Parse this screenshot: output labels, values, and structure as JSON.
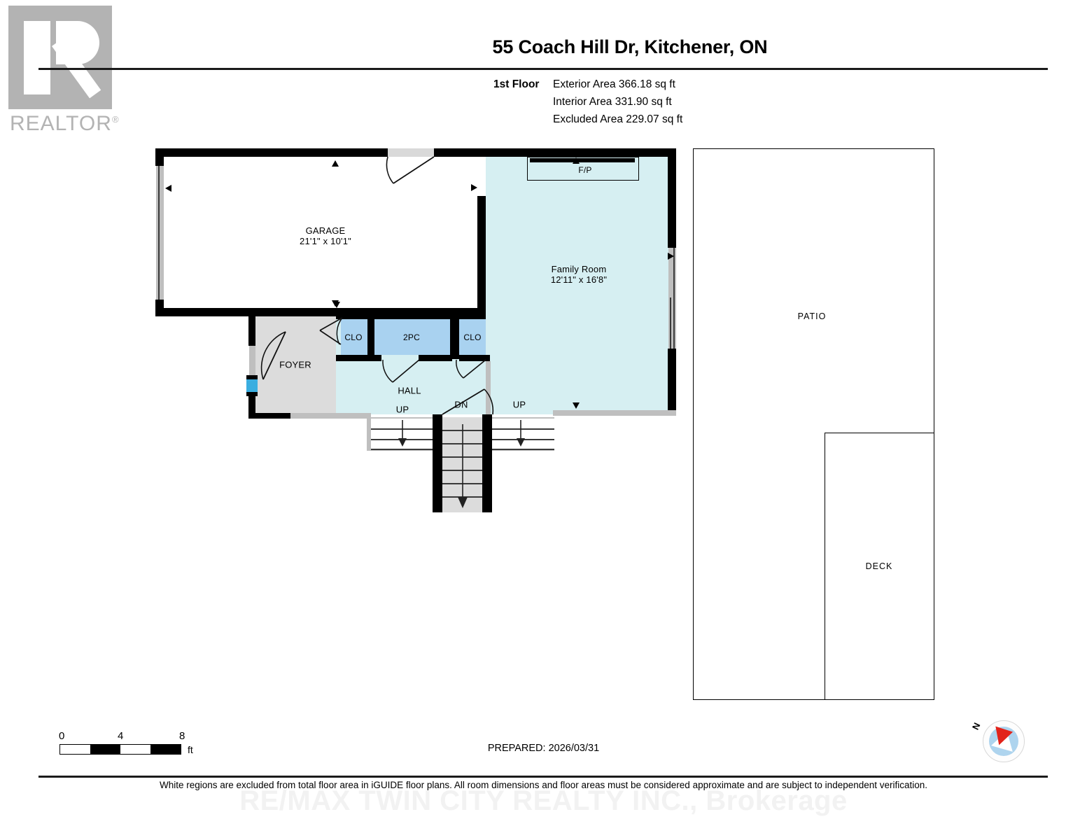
{
  "logo": {
    "wordmark": "REALTOR",
    "registered": "®"
  },
  "header": {
    "title": "55 Coach Hill Dr, Kitchener, ON",
    "floor_label": "1st Floor",
    "areas": [
      "Exterior Area 366.18 sq ft",
      "Interior Area 331.90 sq ft",
      "Excluded Area 229.07 sq ft"
    ]
  },
  "rooms": [
    {
      "name": "GARAGE",
      "dims": "21'1\" x 10'1\""
    },
    {
      "name": "Family Room",
      "dims": "12'11\" x 16'8\""
    },
    {
      "name": "FOYER",
      "dims": ""
    },
    {
      "name": "HALL",
      "dims": ""
    },
    {
      "name": "2PC",
      "dims": ""
    },
    {
      "name": "CLO",
      "dims": ""
    },
    {
      "name": "CLO",
      "dims": ""
    },
    {
      "name": "PATIO",
      "dims": ""
    },
    {
      "name": "DECK",
      "dims": ""
    }
  ],
  "markers": {
    "fireplace": "F/P",
    "stair_up_left": "UP",
    "stair_up_right": "UP",
    "stair_down": "DN"
  },
  "scale": {
    "ticks": [
      "0",
      "4",
      "8"
    ],
    "unit": "ft"
  },
  "compass": {
    "north_label": "N"
  },
  "footer": {
    "prepared": "PREPARED: 2026/03/31",
    "disclaimer": "White regions are excluded from total floor area in iGUIDE floor plans. All room dimensions and floor areas must be considered approximate and are subject to independent verification.",
    "watermark": "RE/MAX TWIN CITY REALTY INC., Brokerage"
  },
  "colors": {
    "wall": "#000000",
    "interior_cyan": "#d6eff2",
    "wet_blue": "#a9d2f0",
    "excluded_gray": "#dcdcdc",
    "logo_gray": "#b3b3b3",
    "compass_red": "#e2231a",
    "compass_blue": "#aed4ee"
  }
}
